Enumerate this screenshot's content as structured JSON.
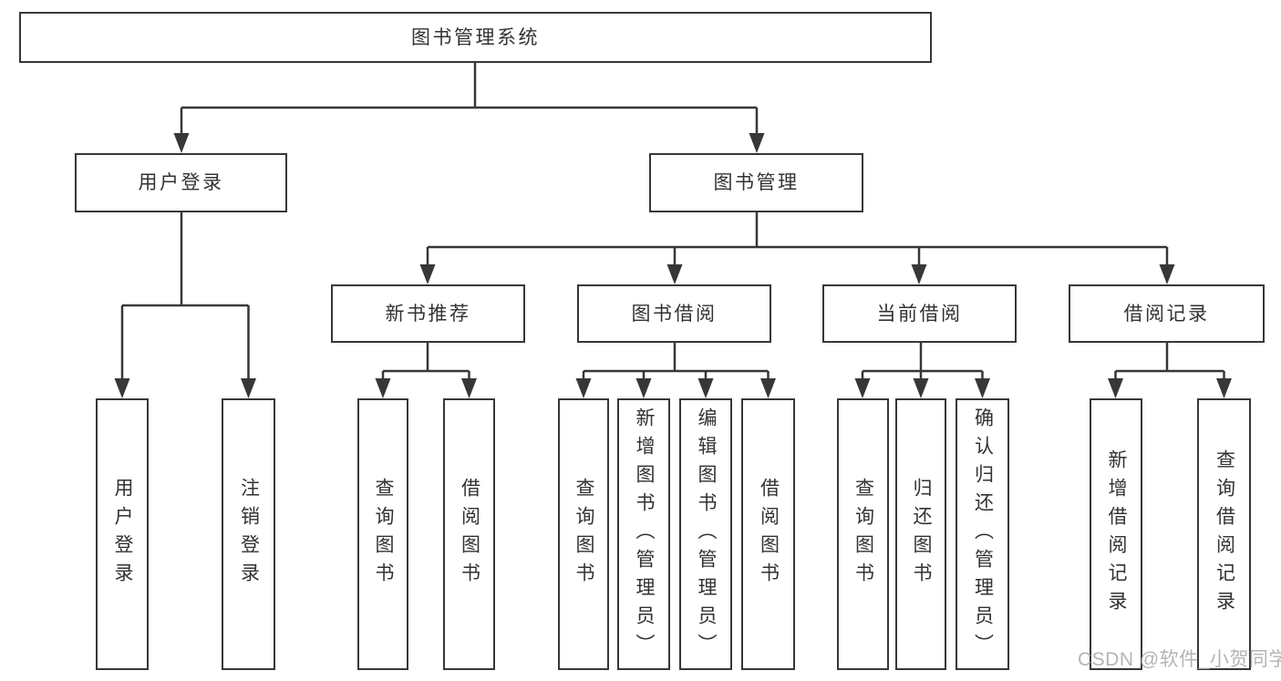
{
  "diagram": {
    "root": {
      "label": "图书管理系统"
    },
    "level2": [
      {
        "label": "用户登录"
      },
      {
        "label": "图书管理"
      }
    ],
    "level3": [
      {
        "label": "新书推荐"
      },
      {
        "label": "图书借阅"
      },
      {
        "label": "当前借阅"
      },
      {
        "label": "借阅记录"
      }
    ],
    "leaves_user_login": [
      "用户登录",
      "注销登录"
    ],
    "leaves_new_books": [
      "查询图书",
      "借阅图书"
    ],
    "leaves_book_borrow": [
      "查询图书",
      "新增图书（管理员）",
      "编辑图书（管理员）",
      "借阅图书"
    ],
    "leaves_current_borrow": [
      "查询图书",
      "归还图书",
      "确认归还（管理员）"
    ],
    "leaves_borrow_records": [
      "新增借阅记录",
      "查询借阅记录"
    ]
  },
  "watermark": {
    "text": "CSDN @软件_小贺同学"
  },
  "colors": {
    "line": "#373737",
    "box_border": "#373737",
    "text": "#323232",
    "watermark": "#afabab",
    "background": "#ffffff"
  }
}
